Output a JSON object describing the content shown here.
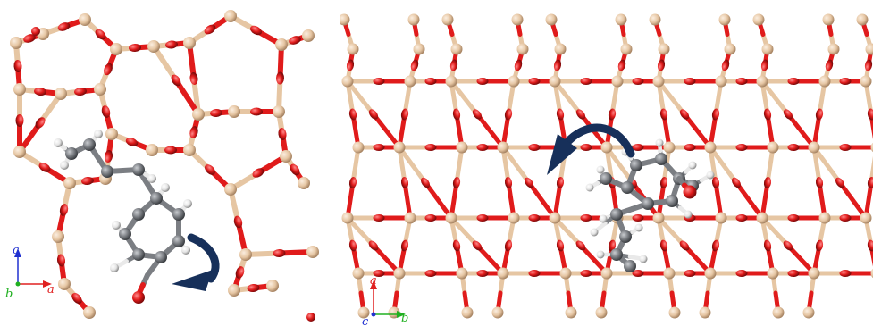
{
  "colors": {
    "background": "#ffffff",
    "silicon": "#e6c6a3",
    "silicon_dark": "#b3916d",
    "oxygen": "#e01b1b",
    "oxygen_dark": "#8f0e0e",
    "carbon": "#7b7e83",
    "carbon_dark": "#45484c",
    "hydrogen": "#e9e9e9",
    "hydrogen_dark": "#9a9a9a",
    "arrow": "#17305a",
    "axis_a": "#e02020",
    "axis_b": "#20b020",
    "axis_c": "#2030d0"
  },
  "left_panel": {
    "axes": {
      "vertical": "c",
      "horizontal": "a",
      "out_of_plane": "b"
    },
    "arrow_icon": "curved-arrow-icon"
  },
  "right_panel": {
    "axes": {
      "vertical": "a",
      "horizontal": "b",
      "out_of_plane": "c"
    },
    "arrow_icon": "curved-arrow-icon"
  }
}
